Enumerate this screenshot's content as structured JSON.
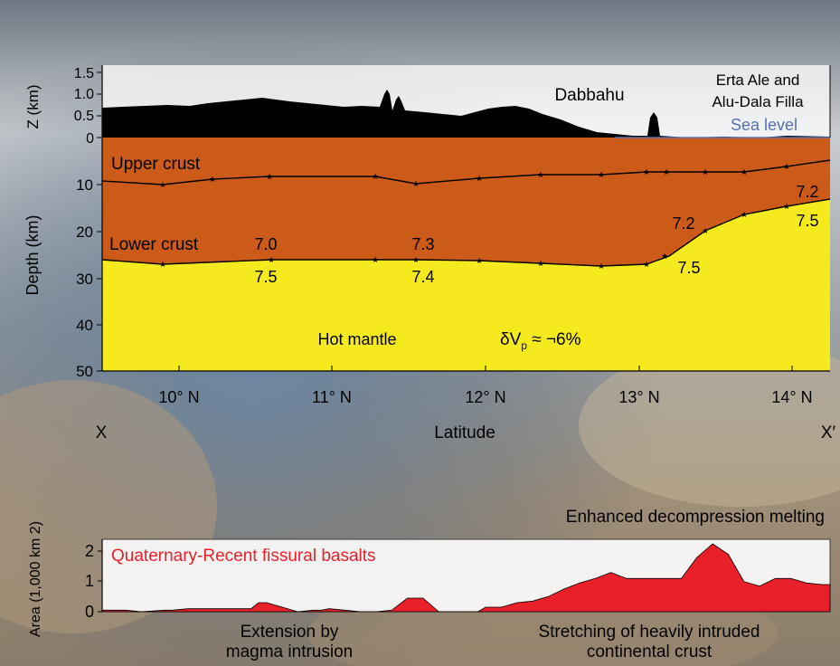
{
  "cross_section": {
    "z_axis_label": "Z (km)",
    "z_ticks": [
      "1.5",
      "1.0",
      "0.5",
      "0"
    ],
    "depth_axis_label": "Depth (km)",
    "depth_ticks": [
      "10",
      "20",
      "30",
      "40",
      "50"
    ],
    "lat_ticks": [
      "10° N",
      "11° N",
      "12° N",
      "13° N",
      "14° N"
    ],
    "x_label": "Latitude",
    "end_left": "X",
    "end_right": "X′",
    "labels": {
      "dabbahu": "Dabbahu",
      "erta_ale_1": "Erta Ale and",
      "erta_ale_2": "Alu-Dala Filla",
      "sea_level": "Sea level",
      "upper_crust": "Upper crust",
      "lower_crust": "Lower crust",
      "hot_mantle": "Hot mantle",
      "dvp_pre": "δV",
      "dvp_sub": "p",
      "dvp_post": " ≈ ¬6%"
    },
    "velocities": {
      "v70": "7.0",
      "v75a": "7.5",
      "v73": "7.3",
      "v74": "7.4",
      "v72a": "7.2",
      "v75b": "7.5",
      "v72b": "7.2",
      "v75c": "7.5"
    },
    "colors": {
      "upper_crust": "#cc5a18",
      "mantle": "#f4ea1e",
      "topography": "#000000",
      "sea_level": "#5870b4"
    }
  },
  "chart_data": {
    "type": "area",
    "title": "Quaternary-Recent fissural basalts",
    "xlabel": "",
    "ylabel": "Area (1,000 km 2)",
    "ylim": [
      0,
      2.4
    ],
    "xlim": [
      9.6,
      14.25
    ],
    "y_ticks": [
      "2",
      "1",
      "0"
    ],
    "series": [
      {
        "name": "Quaternary-Recent fissural basalts",
        "color": "#e8202a",
        "x": [
          9.6,
          9.75,
          9.85,
          10.0,
          10.05,
          10.15,
          10.25,
          10.35,
          10.45,
          10.55,
          10.6,
          10.65,
          10.75,
          10.85,
          10.95,
          11.0,
          11.05,
          11.15,
          11.25,
          11.35,
          11.45,
          11.55,
          11.6,
          11.65,
          11.75,
          11.85,
          11.95,
          12.0,
          12.05,
          12.15,
          12.25,
          12.35,
          12.45,
          12.55,
          12.65,
          12.75,
          12.85,
          12.95,
          13.0,
          13.05,
          13.1,
          13.2,
          13.3,
          13.4,
          13.5,
          13.6,
          13.7,
          13.8,
          13.9,
          14.0,
          14.1,
          14.2,
          14.25
        ],
        "values": [
          0.05,
          0.05,
          0.0,
          0.05,
          0.05,
          0.1,
          0.1,
          0.1,
          0.1,
          0.1,
          0.3,
          0.3,
          0.15,
          0.0,
          0.05,
          0.05,
          0.1,
          0.05,
          0.0,
          0.0,
          0.05,
          0.45,
          0.45,
          0.45,
          0.0,
          0.0,
          0.0,
          0.0,
          0.15,
          0.15,
          0.3,
          0.35,
          0.5,
          0.75,
          0.95,
          1.1,
          1.3,
          1.1,
          1.1,
          1.1,
          1.1,
          1.1,
          1.1,
          1.8,
          2.25,
          1.9,
          1.0,
          0.85,
          1.1,
          1.1,
          0.95,
          0.9,
          0.9
        ]
      }
    ],
    "annotations": [
      "Enhanced decompression melting",
      "Extension by magma intrusion",
      "Stretching of heavily intruded continental crust"
    ]
  },
  "annotations": {
    "enhanced": "Enhanced decompression melting",
    "extension_1": "Extension by",
    "extension_2": "magma intrusion",
    "stretching_1": "Stretching of heavily intruded",
    "stretching_2": "continental crust"
  }
}
